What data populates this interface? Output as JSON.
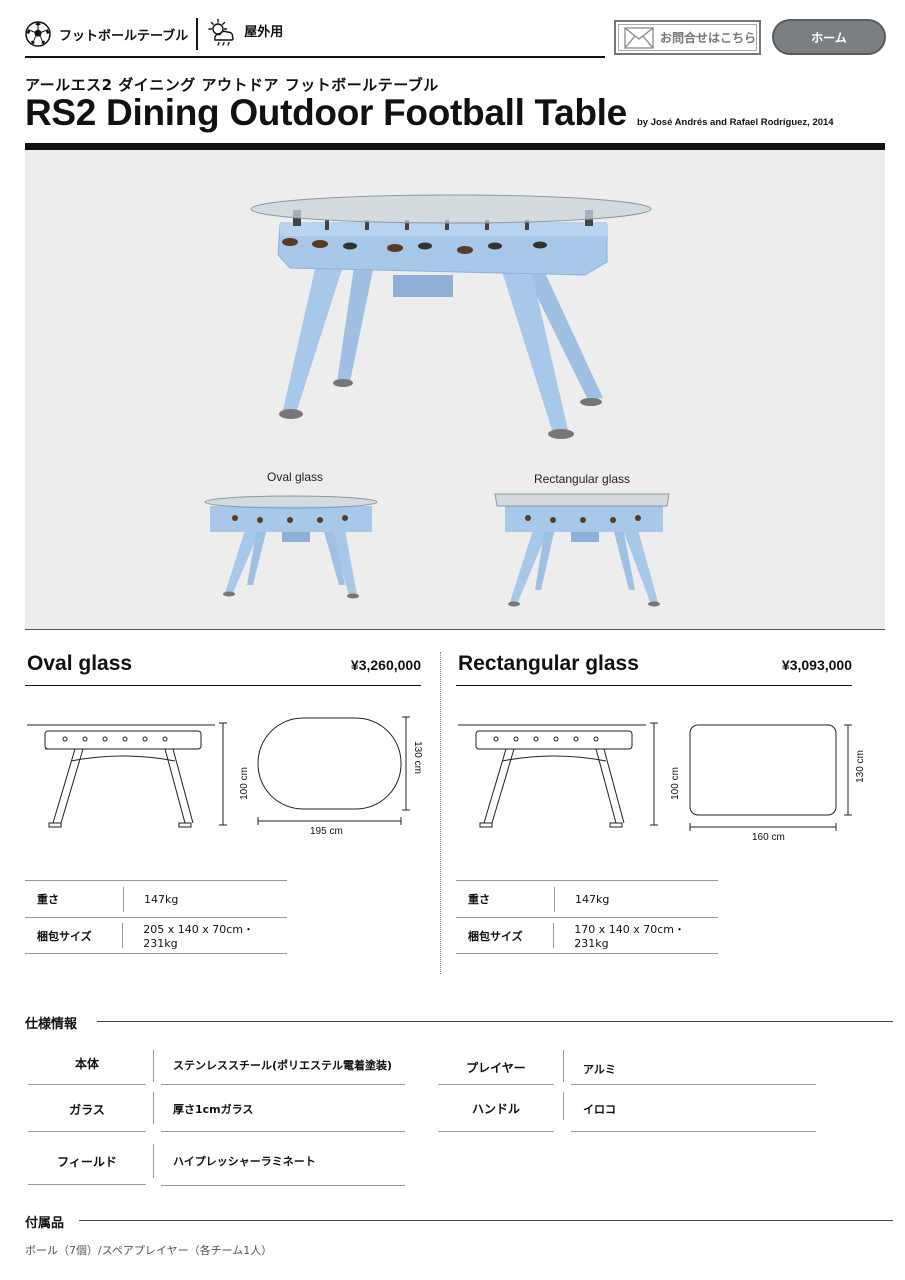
{
  "header": {
    "category": "フットボールテーブル",
    "outdoor": "屋外用",
    "contact_label": "お問合せはこちら",
    "home_label": "ホーム"
  },
  "product": {
    "title_jp": "アールエス2 ダイニング アウトドア フットボールテーブル",
    "title_en": "RS2 Dining Outdoor Football Table",
    "designer": "by José Andrés and Rafael Rodríguez, 2014"
  },
  "hero": {
    "caption_oval": "Oval glass",
    "caption_rect": "Rectangular glass"
  },
  "variants": [
    {
      "name": "Oval glass",
      "price": "¥3,260,000",
      "height": "100 cm",
      "depth": "130 cm",
      "width": "195 cm",
      "specs": [
        {
          "key": "重さ",
          "value": "147kg"
        },
        {
          "key": "梱包サイズ",
          "value": "205 x 140 x 70cm・231kg"
        }
      ]
    },
    {
      "name": "Rectangular glass",
      "price": "¥3,093,000",
      "height": "100 cm",
      "depth": "130 cm",
      "width": "160 cm",
      "specs": [
        {
          "key": "重さ",
          "value": "147kg"
        },
        {
          "key": "梱包サイズ",
          "value": "170 x 140 x 70cm・231kg"
        }
      ]
    }
  ],
  "spec_info": {
    "title": "仕様情報",
    "rows_left": [
      {
        "key": "本体",
        "value": "ステンレススチール(ポリエステル電着塗装)"
      },
      {
        "key": "ガラス",
        "value": "厚さ1cmガラス"
      },
      {
        "key": "フィールド",
        "value": "ハイプレッシャーラミネート"
      }
    ],
    "rows_right": [
      {
        "key": "プレイヤー",
        "value": "アルミ"
      },
      {
        "key": "ハンドル",
        "value": "イロコ"
      }
    ]
  },
  "accessories": {
    "title": "付属品",
    "text": "ボール（7個）/スペアプレイヤー（各チーム1人）"
  },
  "colors": {
    "table_blue": "#a8c8ea",
    "hero_bg": "#ededed",
    "button_gray": "#7b7f81"
  }
}
